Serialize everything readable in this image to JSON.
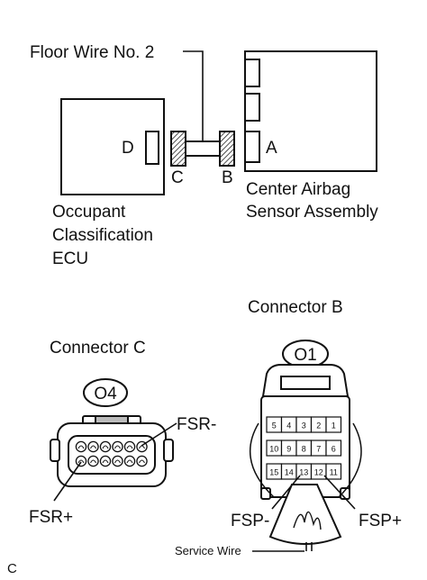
{
  "labels": {
    "floor_wire": "Floor Wire No. 2",
    "ecu_line1": "Occupant",
    "ecu_line2": "Classification",
    "ecu_line3": "ECU",
    "sensor_line1": "Center Airbag",
    "sensor_line2": "Sensor Assembly",
    "port_d": "D",
    "port_c": "C",
    "port_b": "B",
    "port_a": "A",
    "connector_b_title": "Connector B",
    "connector_c_title": "Connector C",
    "connector_b_id": "O1",
    "connector_c_id": "O4",
    "fsr_minus": "FSR-",
    "fsr_plus": "FSR+",
    "fsp_minus": "FSP-",
    "fsp_plus": "FSP+",
    "service_wire": "Service Wire",
    "figure_code": "C"
  },
  "connector_b_pins": {
    "row1": [
      "5",
      "4",
      "3",
      "2",
      "1"
    ],
    "row2": [
      "10",
      "9",
      "8",
      "7",
      "6"
    ],
    "row3": [
      "15",
      "14",
      "13",
      "12",
      "11"
    ]
  },
  "connector_c_pins": {
    "row1": [
      "",
      "",
      "",
      "",
      "",
      ""
    ],
    "row2": [
      "",
      "",
      "",
      "",
      "",
      ""
    ]
  }
}
